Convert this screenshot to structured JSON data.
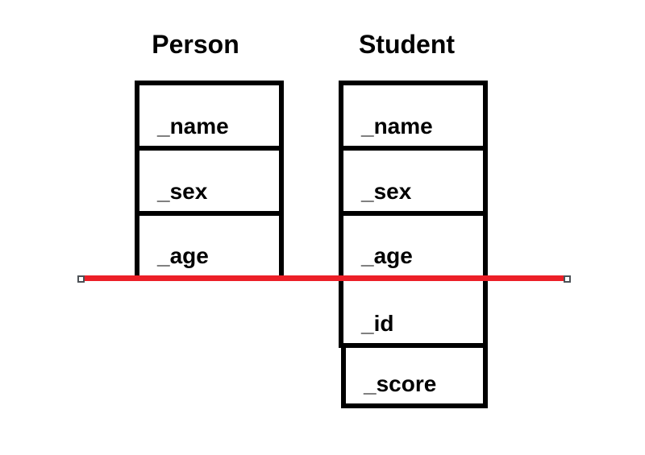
{
  "canvas": {
    "background": "#ffffff"
  },
  "classes": [
    {
      "title": "Person",
      "fields": [
        "_name",
        "_sex",
        "_age"
      ]
    },
    {
      "title": "Student",
      "fields": [
        "_name",
        "_sex",
        "_age",
        "_id",
        "_score"
      ]
    }
  ],
  "separator": {
    "color": "#ec1f27",
    "handle_fill": "#ffffff",
    "handle_border": "#4d5257"
  },
  "colors": {
    "box_border": "#000000",
    "text": "#000000"
  }
}
